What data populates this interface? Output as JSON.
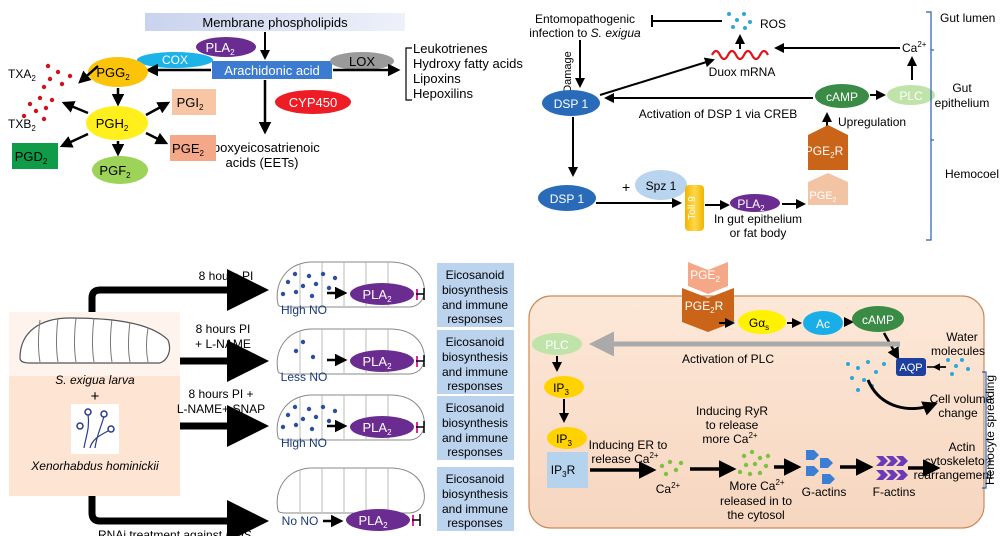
{
  "panel_a": {
    "membrane": "Membrane phospholipids",
    "pla2": "PLA",
    "arachidonic": "Arachidonic acid",
    "cox": "COX",
    "lox": "LOX",
    "cyp450": "CYP450",
    "pgg2": "PGG",
    "pgh2": "PGH",
    "pgi2": "PGI",
    "pge2": "PGE",
    "pgd2": "PGD",
    "pgf2": "PGF",
    "txa2": "TXA",
    "txb2": "TXB",
    "sub2": "2",
    "lox_products": [
      "Leukotrienes",
      "Hydroxy  fatty acids",
      "Lipoxins",
      "Hepoxilins"
    ],
    "eets_line1": "Epoxyeicosatrienoic",
    "eets_line2": "acids (EETs)"
  },
  "panel_b": {
    "infection_line1": "Entomopathogenic",
    "infection_line2": "infection to",
    "infection_species": "S. exigua",
    "ros": "ROS",
    "ca": "Ca",
    "ca_sup": "2+",
    "duox": "Duox mRNA",
    "damage": "Damage",
    "dsp1_top": "DSP 1",
    "camp": "cAMP",
    "plc": "PLC",
    "activation_dsp1": "Activation of DSP 1 via CREB",
    "upregulation": "Upregulation",
    "pge2r": "PGE",
    "pge2r_suffix": "R",
    "dsp1_bottom": "DSP 1",
    "plus": "+",
    "spz1": "Spz 1",
    "toll9": "Toll 9",
    "pla2": "PLA",
    "pge2": "PGE",
    "gut_line1": "In gut epithelium",
    "gut_line2": "or fat body",
    "gut_lumen": "Gut lumen",
    "gut_epithelium_line1": "Gut",
    "gut_epithelium_line2": "epithelium",
    "hemocoel": "Hemocoel",
    "sub2": "2"
  },
  "panel_c": {
    "larva_label": "S. exigua larva",
    "plus": "+",
    "bacteria_label": "Xenorhabdus hominickii",
    "rows": [
      {
        "condition_line1": "8 hours PI",
        "condition_line2": "",
        "no_level": "High NO",
        "output": [
          "Eicosanoid",
          "biosynthesis",
          "and immune",
          "responses"
        ]
      },
      {
        "condition_line1": "8 hours PI",
        "condition_line2": "+ L-NAME",
        "no_level": "Less NO",
        "output": [
          "Eicosanoid",
          "biosynthesis",
          "and immune",
          "responses"
        ]
      },
      {
        "condition_line1": "8 hours PI +",
        "condition_line2": "L-NAME+ SNAP",
        "no_level": "High NO",
        "output": [
          "Eicosanoid",
          "biosynthesis",
          "and immune",
          "responses"
        ]
      },
      {
        "condition_line1": "",
        "condition_line2": "",
        "no_level": "No NO",
        "output": [
          "Eicosanoid",
          "biosynthesis",
          "and immune",
          "responses"
        ]
      }
    ],
    "rnai_prefix": "RNAi treatment against",
    "rnai_gene": "NOS",
    "pla2": "PLA",
    "sub2": "2"
  },
  "panel_d": {
    "pge2": "PGE",
    "pge2r": "PGE",
    "r": "R",
    "gas": "Gα",
    "gas_sub": "s",
    "ac": "Ac",
    "camp": "cAMP",
    "plc": "PLC",
    "activation_plc": "Activation of PLC",
    "ip3": "IP",
    "ip3_2": "IP",
    "ip3r": "IP",
    "sub3": "3",
    "r_suffix": "R",
    "water_line1": "Water",
    "water_line2": "molecules",
    "aqp": "AQP",
    "cell_volume_line1": "Cell volume",
    "cell_volume_line2": "change",
    "er_line1": "Inducing ER to",
    "er_line2": "release Ca",
    "ryr_line1": "Inducing RyR",
    "ryr_line2": "to release",
    "ryr_line3": "more Ca",
    "ca_label": "Ca",
    "more_ca_line1": "More Ca",
    "more_ca_line2": "released in to",
    "more_ca_line3": "the cytosol",
    "g_actins": "G-actins",
    "f_actins": "F-actins",
    "actin_line1": "Actin",
    "actin_line2": "cytoskeleton",
    "actin_line3": "rearrangement",
    "hemocyte_spreading": "Hemocyte spreading",
    "sup": "2+",
    "sub2": "2"
  }
}
